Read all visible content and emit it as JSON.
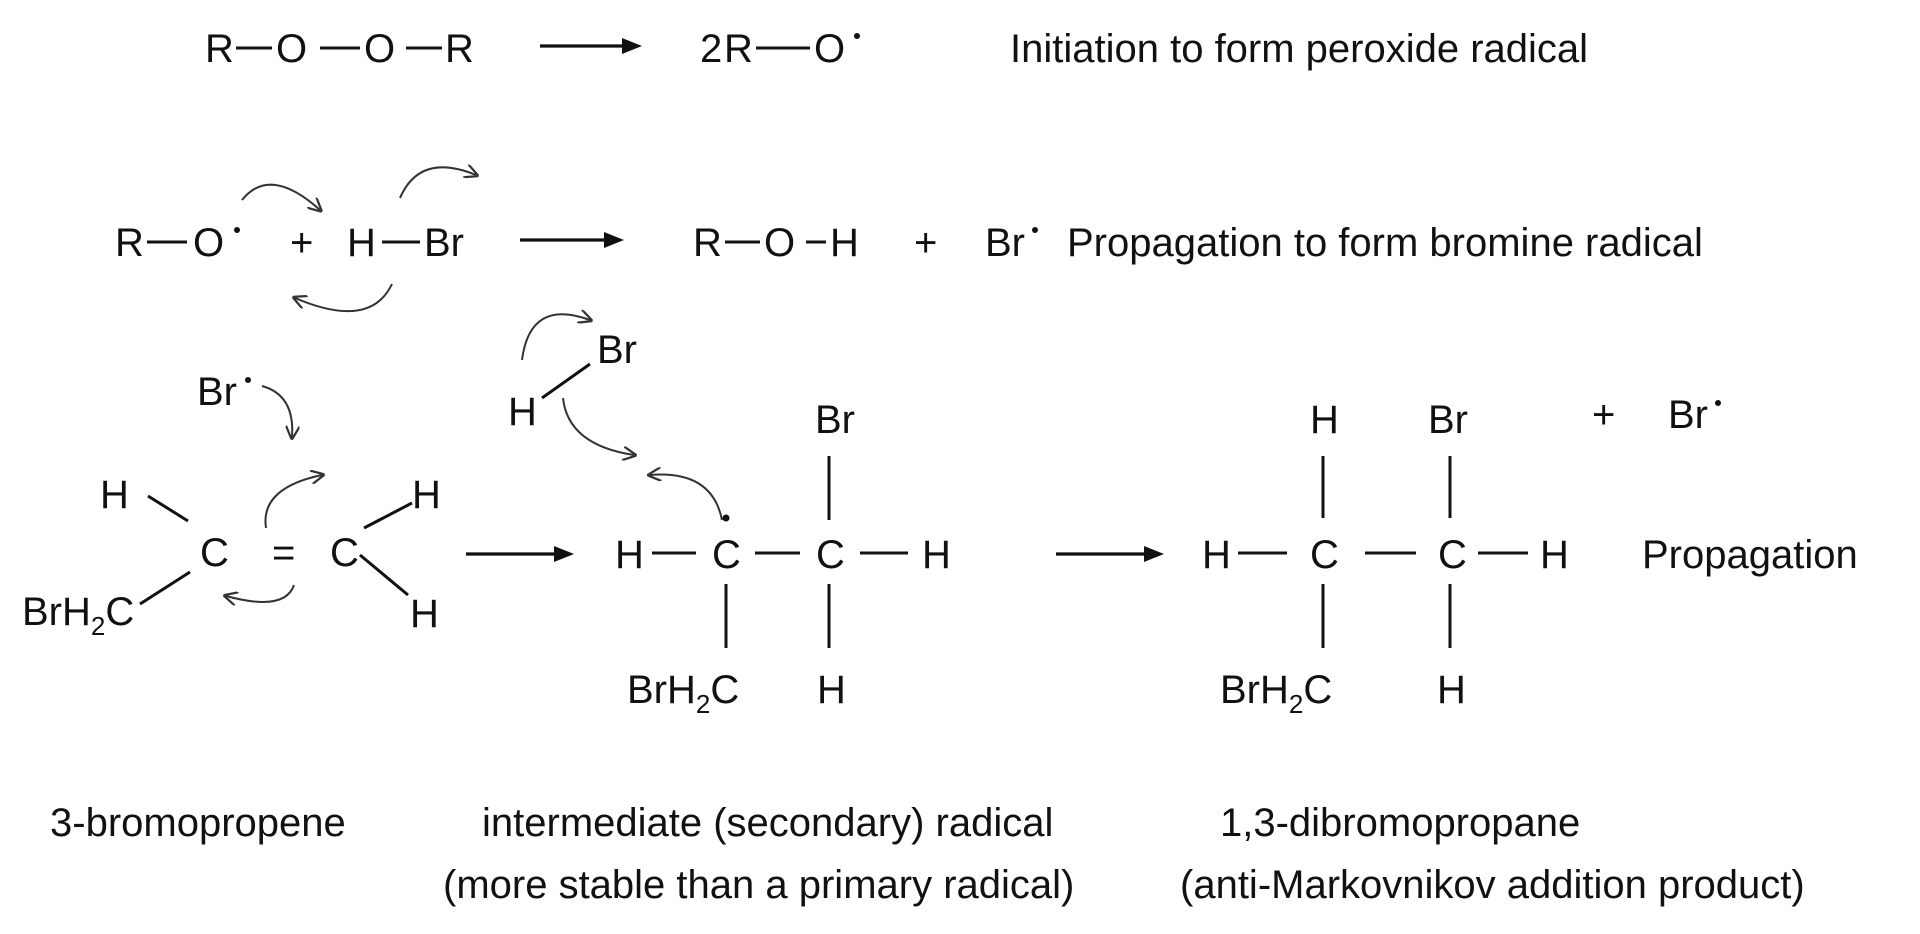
{
  "reaction1": {
    "reactant": [
      "R",
      "O",
      "O",
      "R"
    ],
    "coef": "2",
    "product": [
      "R",
      "O"
    ],
    "caption": "Initiation to form peroxide radical"
  },
  "reaction2": {
    "reactant_a": [
      "R",
      "O"
    ],
    "plus1": "+",
    "reactant_b": [
      "H",
      "Br"
    ],
    "product_a": [
      "R",
      "O",
      "H"
    ],
    "plus2": "+",
    "product_b": "Br",
    "caption": "Propagation to form bromine radical"
  },
  "reaction3": {
    "attacking_radical": "Br",
    "alkene": {
      "c1": "C",
      "eq": "=",
      "c2": "C",
      "h_top_left": "H",
      "h_top_right": "H",
      "h_bottom_right": "H",
      "sub_main": "BrH",
      "sub_index": "2",
      "sub_end": "C"
    },
    "hbr": {
      "h": "H",
      "br": "Br"
    },
    "intermediate": {
      "h_left": "H",
      "c1": "C",
      "c2": "C",
      "h_right": "H",
      "br_top": "Br",
      "h_bottom": "H",
      "sub_main": "BrH",
      "sub_index": "2",
      "sub_end": "C"
    },
    "product": {
      "h_left": "H",
      "c1": "C",
      "c2": "C",
      "h_right": "H",
      "h_top": "H",
      "br_top": "Br",
      "h_bottom": "H",
      "sub_main": "BrH",
      "sub_index": "2",
      "sub_end": "C"
    },
    "plus": "+",
    "regenerated_radical": "Br",
    "caption": "Propagation"
  },
  "names": {
    "reactant": "3-bromopropene",
    "intermediate_line1": "intermediate (secondary) radical",
    "intermediate_line2": "(more stable than a primary radical)",
    "product_line1": "1,3-dibromopropane",
    "product_line2": "(anti-Markovnikov addition product)"
  }
}
